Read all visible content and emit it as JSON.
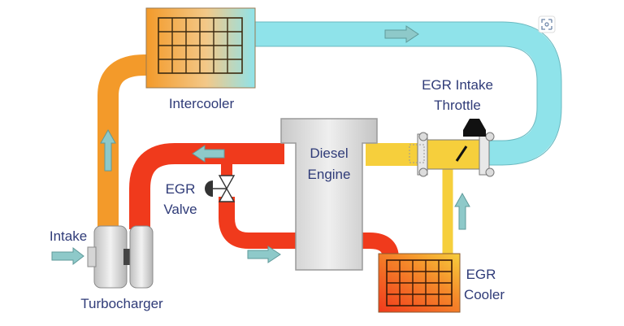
{
  "labels": {
    "intercooler": "Intercooler",
    "egr_intake_throttle_line1": "EGR Intake",
    "egr_intake_throttle_line2": "Throttle",
    "diesel_line1": "Diesel",
    "diesel_line2": "Engine",
    "egr_valve_line1": "EGR",
    "egr_valve_line2": "Valve",
    "intake": "Intake",
    "turbocharger": "Turbocharger",
    "egr_cooler_line1": "EGR",
    "egr_cooler_line2": "Cooler"
  },
  "colors": {
    "cool_air": "#8fe3ea",
    "hot_exhaust": "#f03a1c",
    "compressed_air": "#f39a2a",
    "mixed_air": "#f6cf3c",
    "engine": "#d9d9d9",
    "label_text": "#2f3b78",
    "flow_arrow": "#8ec9c9"
  },
  "icons": {
    "expand": "expand-icon"
  }
}
